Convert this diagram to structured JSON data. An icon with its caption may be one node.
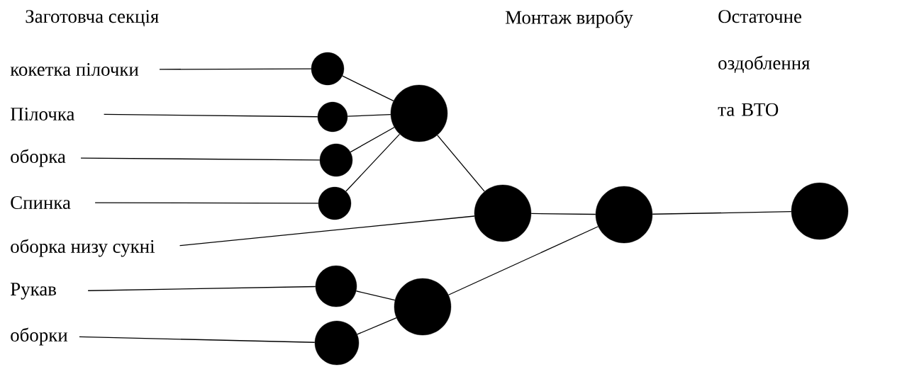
{
  "diagram": {
    "nodes": [
      {
        "text": [
          "кокетка пілочки"
        ]
      },
      {
        "text": [
          "Пілочка"
        ]
      },
      {
        "text": [
          "оборка"
        ]
      },
      {
        "text": [
          "Спинка"
        ]
      },
      {
        "text": [
          "оборка низу сукні"
        ]
      },
      {
        "text": [
          "Рукав"
        ]
      },
      {
        "text": [
          "оборки"
        ]
      },
      {
        "text": [],
        "shape": "circle"
      },
      {
        "text": [],
        "shape": "circle"
      },
      {
        "text": [],
        "shape": "circle"
      },
      {
        "text": [],
        "shape": "circle"
      },
      {
        "text": [],
        "shape": "circle"
      },
      {
        "text": [],
        "shape": "circle"
      },
      {
        "text": [],
        "shape": "circle"
      },
      {
        "text": [],
        "shape": "circle"
      },
      {
        "text": [],
        "shape": "circle"
      },
      {
        "text": [],
        "shape": "circle"
      },
      {
        "text": [],
        "shape": "circle"
      }
    ],
    "edges": [
      {
        "from": 0,
        "to": 7,
        "arrow": "none"
      },
      {
        "from": 1,
        "to": 8,
        "arrow": "none"
      },
      {
        "from": 2,
        "to": 9,
        "arrow": "none"
      },
      {
        "from": 3,
        "to": 10,
        "arrow": "none"
      },
      {
        "from": 4,
        "to": 12,
        "arrow": "none"
      },
      {
        "from": 5,
        "to": 13,
        "arrow": "none"
      },
      {
        "from": 6,
        "to": 14,
        "arrow": "none"
      },
      {
        "from": 7,
        "to": 11,
        "arrow": "none"
      },
      {
        "from": 8,
        "to": 11,
        "arrow": "none"
      },
      {
        "from": 9,
        "to": 11,
        "arrow": "none"
      },
      {
        "from": 10,
        "to": 11,
        "arrow": "none"
      },
      {
        "from": 11,
        "to": 12,
        "arrow": "none"
      },
      {
        "from": 13,
        "to": 15,
        "arrow": "none"
      },
      {
        "from": 14,
        "to": 15,
        "arrow": "none"
      },
      {
        "from": 12,
        "to": 16,
        "arrow": "none"
      },
      {
        "from": 15,
        "to": 16,
        "arrow": "none"
      },
      {
        "from": 16,
        "to": 17,
        "arrow": "none"
      }
    ],
    "labels": [
      "Заготовча секція",
      "Монтаж виробу",
      "Остаточне оздоблення та ВТО"
    ]
  }
}
